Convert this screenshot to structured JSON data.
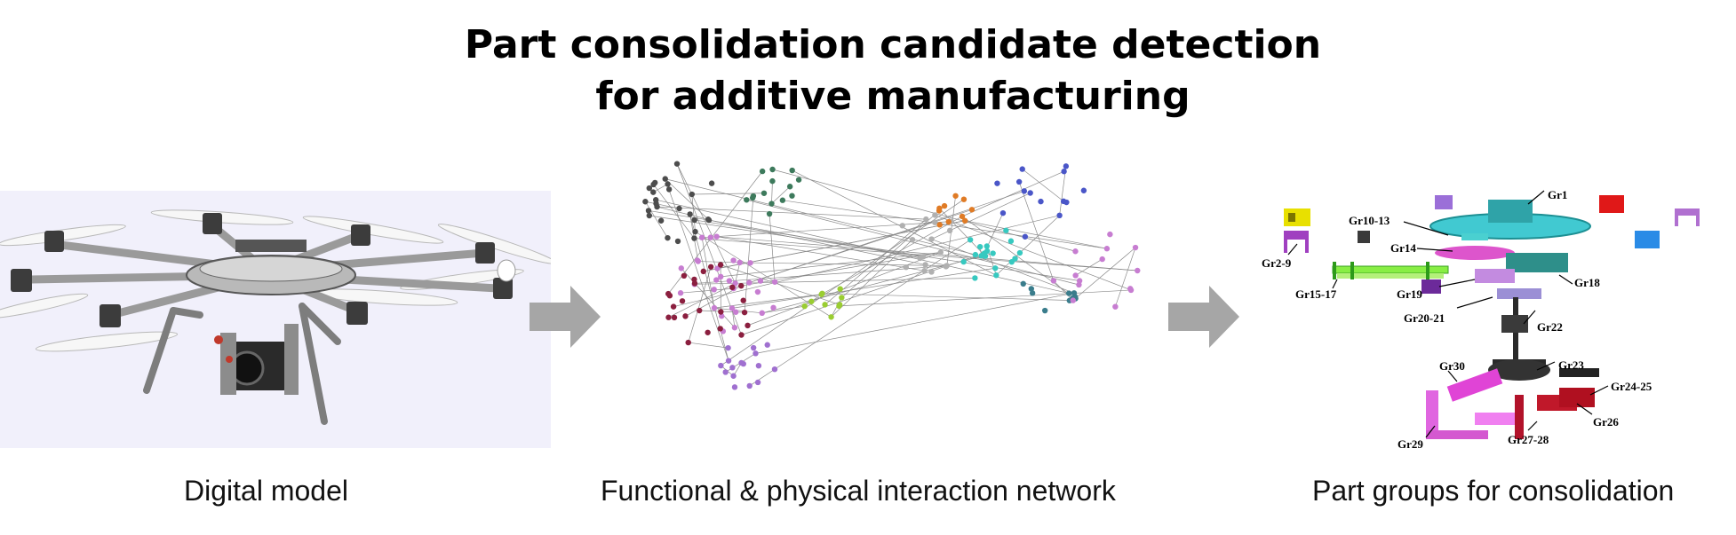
{
  "title": {
    "line1": "Part consolidation candidate detection",
    "line2": "for additive manufacturing"
  },
  "captions": {
    "digital_model": "Digital model",
    "network": "Functional & physical interaction network",
    "part_groups": "Part groups for consolidation"
  },
  "group_labels": [
    "Gr1",
    "Gr2-9",
    "Gr10-13",
    "Gr14",
    "Gr15-17",
    "Gr18",
    "Gr19",
    "Gr20-21",
    "Gr22",
    "Gr23",
    "Gr24-25",
    "Gr26",
    "Gr27-28",
    "Gr29",
    "Gr30"
  ],
  "colors": {
    "arrow": "#a6a6a6",
    "cluster_dark": "#4d4d4d",
    "cluster_green": "#3d7a5c",
    "cluster_pink": "#c77dd1",
    "cluster_maroon": "#8b1f3f",
    "cluster_lime": "#9acd32",
    "cluster_orange": "#e07b25",
    "cluster_cyan": "#37c9c0",
    "cluster_blue": "#4a56c8",
    "cluster_gray": "#b0b0b0",
    "cluster_teal": "#3a7d8c",
    "cluster_violet": "#a070d0"
  }
}
